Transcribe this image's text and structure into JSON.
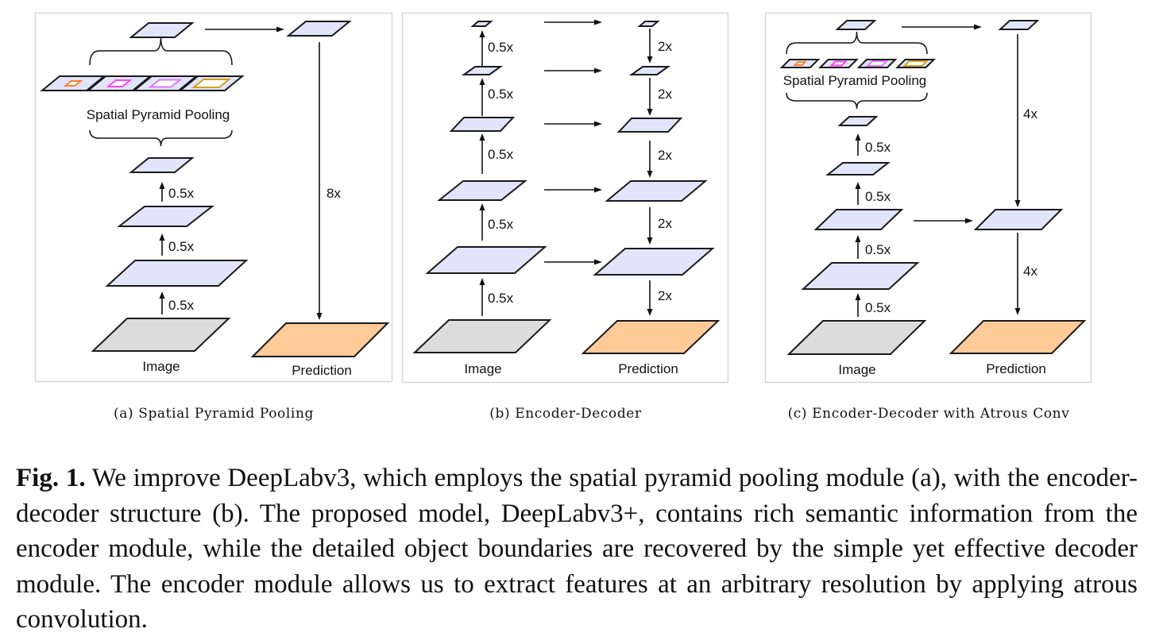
{
  "figure": {
    "panels": [
      {
        "id": "a",
        "subcaption": "(a) Spatial Pyramid Pooling",
        "spp_label": "Spatial Pyramid Pooling",
        "encoder_scale_labels": [
          "0.5x",
          "0.5x",
          "0.5x"
        ],
        "upsample_label": "8x",
        "input_label": "Image",
        "output_label": "Prediction",
        "pooling_colors": [
          "#ff7f2a",
          "#ff44ff",
          "#dd77ff",
          "#d4a017"
        ]
      },
      {
        "id": "b",
        "subcaption": "(b) Encoder-Decoder",
        "encoder_scale_labels": [
          "0.5x",
          "0.5x",
          "0.5x",
          "0.5x",
          "0.5x"
        ],
        "decoder_scale_labels": [
          "2x",
          "2x",
          "2x",
          "2x",
          "2x"
        ],
        "input_label": "Image",
        "output_label": "Prediction"
      },
      {
        "id": "c",
        "subcaption": "(c) Encoder-Decoder with Atrous Conv",
        "spp_label": "Spatial Pyramid Pooling",
        "encoder_scale_labels": [
          "0.5x",
          "0.5x",
          "0.5x",
          "0.5x"
        ],
        "decoder_scale_labels": [
          "4x",
          "4x"
        ],
        "input_label": "Image",
        "output_label": "Prediction",
        "pooling_colors": [
          "#ff7f2a",
          "#ff44ff",
          "#dd77ff",
          "#d4a017"
        ]
      }
    ],
    "colors": {
      "feature_map": "#e2e4fb",
      "image": "#dcdcdc",
      "prediction": "#fdca98"
    }
  },
  "caption": {
    "figure_number": "Fig. 1.",
    "text": "We improve DeepLabv3, which employs the spatial pyramid pooling module (a), with the encoder-decoder structure (b). The proposed model, DeepLabv3+, contains rich semantic information from the encoder module, while the detailed object boundaries are recovered by the simple yet effective decoder module. The encoder module allows us to extract features at an arbitrary resolution by applying atrous convolution."
  }
}
